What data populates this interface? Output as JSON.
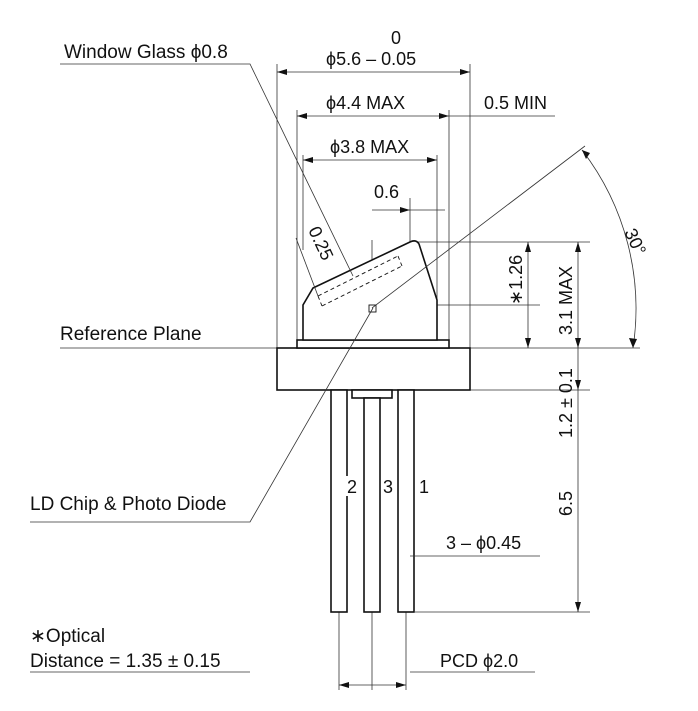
{
  "diagram": {
    "labels": {
      "window_glass": "Window Glass ϕ0.8",
      "reference_plane": "Reference Plane",
      "ld_chip": "LD Chip & Photo Diode",
      "optical_line1": "∗Optical",
      "optical_line2": "Distance = 1.35 ± 0.15"
    },
    "dimensions": {
      "outer_dia_tol_upper": "0",
      "outer_dia": "ϕ5.6 – 0.05",
      "cap_dia": "ϕ4.4 MAX",
      "min_half": "0.5 MIN",
      "window_dia": "ϕ3.8 MAX",
      "offset_06": "0.6",
      "thick_025": "0.25",
      "chip_height": "∗1.26",
      "cap_height": "3.1 MAX",
      "angle": "30°",
      "flange": "1.2 ± 0.1",
      "lead_length": "6.5",
      "lead_dia": "3 – ϕ0.45",
      "pcd": "PCD ϕ2.0"
    },
    "pins": [
      "2",
      "3",
      "1"
    ],
    "colors": {
      "line": "#111111",
      "background": "#ffffff"
    }
  }
}
